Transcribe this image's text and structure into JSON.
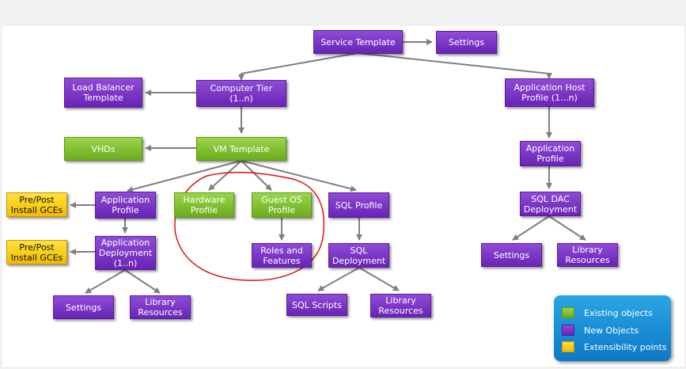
{
  "nodes": {
    "service_template": "Service Template",
    "settings_top": "Settings",
    "load_balancer_template": "Load Balancer Template",
    "computer_tier": "Computer Tier (1..n)",
    "app_host_profile": "Application Host Profile (1...n)",
    "vhds": "VHDs",
    "vm_template": "VM Template",
    "app_profile_right": "Application Profile",
    "pre_post_gces_1": "Pre/Post Install GCEs",
    "app_profile_left": "Application Profile",
    "hardware_profile": "Hardware Profile",
    "guest_os_profile": "Guest OS Profile",
    "sql_profile": "SQL Profile",
    "sql_dac_deployment": "SQL DAC Deployment",
    "pre_post_gces_2": "Pre/Post Install GCEs",
    "app_deployment": "Application Deployment (1..n)",
    "roles_and_features": "Roles and Features",
    "sql_deployment": "SQL Deployment",
    "settings_right": "Settings",
    "library_resources_right": "Library Resources",
    "settings_left": "Settings",
    "library_resources_left": "Library Resources",
    "sql_scripts": "SQL Scripts",
    "library_resources_mid": "Library Resources"
  },
  "legend": {
    "existing": "Existing objects",
    "new": "New Objects",
    "extensibility": "Extensibility points"
  },
  "colors": {
    "purple": "#7b33c6",
    "green": "#84c234",
    "yellow": "#f8d21a",
    "connector": "#7f7f7f",
    "highlight_circle": "#e01010",
    "legend_bg": "#1a90d8"
  }
}
